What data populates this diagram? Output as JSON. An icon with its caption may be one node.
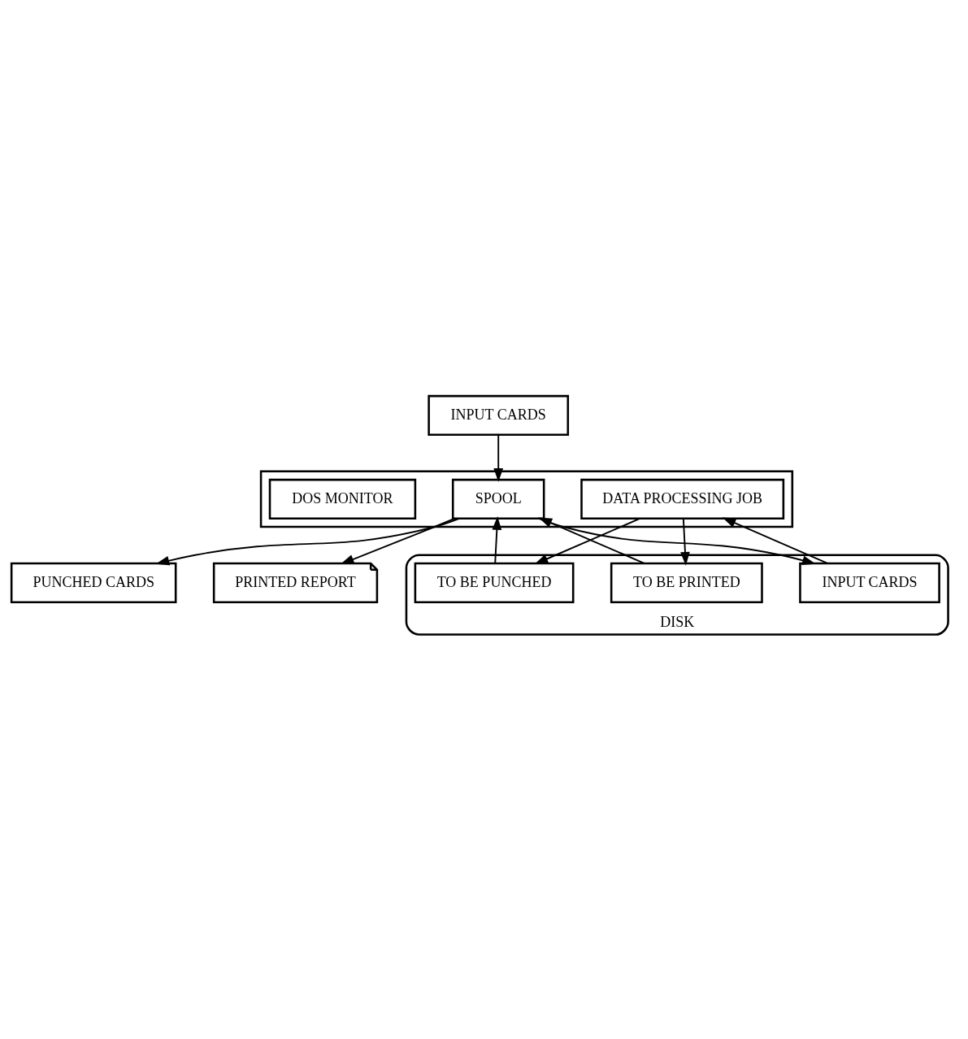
{
  "diagram": {
    "nodes": [
      {
        "text": [
          "INPUT CARDS"
        ]
      },
      {
        "text": [
          "PUNCHED CARDS"
        ]
      },
      {
        "text": [
          "PRINTED REPORT"
        ]
      },
      {
        "text": [],
        "shape": "box"
      },
      {
        "text": [
          "SPOOL"
        ],
        "in": 3
      },
      {
        "text": [
          "DATA PROCESSING JOB"
        ],
        "in": 3
      },
      {
        "text": [
          "DOS MONITOR"
        ],
        "in": 3
      },
      {
        "text": [
          "DISK"
        ]
      },
      {
        "text": [
          "INPUT CARDS"
        ],
        "in": 7
      },
      {
        "text": [
          "TO BE PRINTED"
        ],
        "in": 7
      },
      {
        "text": [
          "TO BE PUNCHED"
        ],
        "in": 7
      }
    ],
    "edges": [
      {
        "from": 0,
        "to": 4,
        "arrow": "to"
      },
      {
        "from": 4,
        "to": 8,
        "arrow": "to"
      },
      {
        "from": 4,
        "to": 1,
        "arrow": "to"
      },
      {
        "from": 4,
        "to": 2,
        "arrow": "to"
      },
      {
        "from": 9,
        "to": 4,
        "arrow": "to"
      },
      {
        "from": 10,
        "to": 4,
        "arrow": "to"
      },
      {
        "from": 8,
        "to": 5,
        "arrow": "to"
      },
      {
        "from": 5,
        "to": 9,
        "arrow": "to"
      },
      {
        "from": 5,
        "to": 10,
        "arrow": "to"
      }
    ]
  }
}
